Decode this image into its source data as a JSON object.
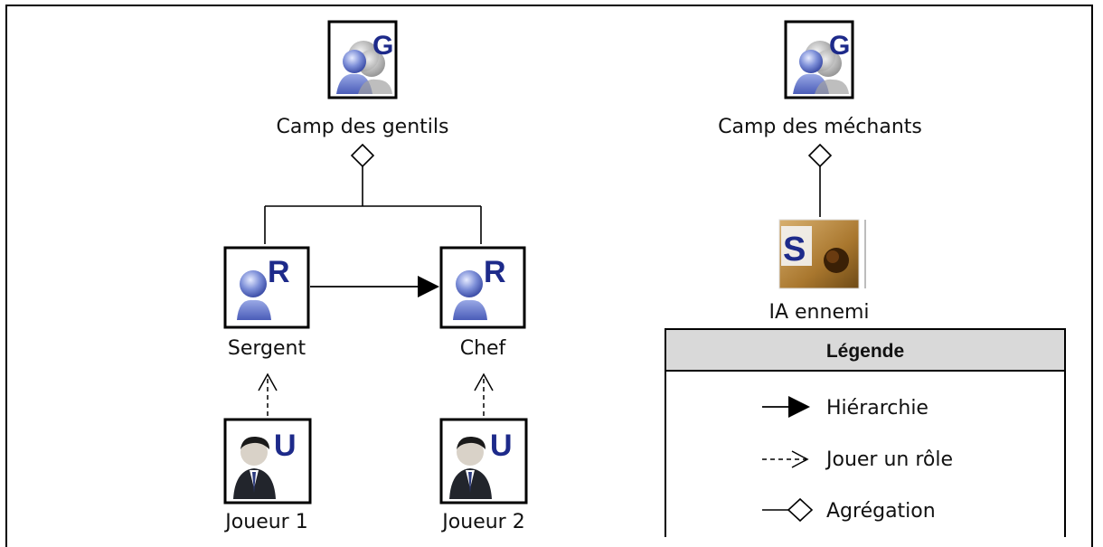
{
  "nodes": {
    "camp_gentils": {
      "label": "Camp des gentils",
      "badge": "G",
      "icon": "group-icon"
    },
    "camp_mechants": {
      "label": "Camp des méchants",
      "badge": "G",
      "icon": "group-icon"
    },
    "sergent": {
      "label": "Sergent",
      "badge": "R",
      "icon": "role-icon"
    },
    "chef": {
      "label": "Chef",
      "badge": "R",
      "icon": "role-icon"
    },
    "ia": {
      "label": "IA ennemi",
      "badge": "S",
      "icon": "system-icon"
    },
    "joueur1": {
      "label": "Joueur 1",
      "badge": "U",
      "icon": "user-icon"
    },
    "joueur2": {
      "label": "Joueur 2",
      "badge": "U",
      "icon": "user-icon"
    }
  },
  "legend": {
    "title": "Légende",
    "items": [
      {
        "label": "Hiérarchie",
        "symbol": "filled-arrow"
      },
      {
        "label": "Jouer un rôle",
        "symbol": "dashed-open-arrow"
      },
      {
        "label": "Agrégation",
        "symbol": "hollow-diamond"
      }
    ]
  },
  "colors": {
    "icon_blue": "#5b6fc4",
    "badge_navy": "#1d2a8a",
    "legend_header": "#d9d9d9",
    "system_brown": "#9a6a2a"
  }
}
